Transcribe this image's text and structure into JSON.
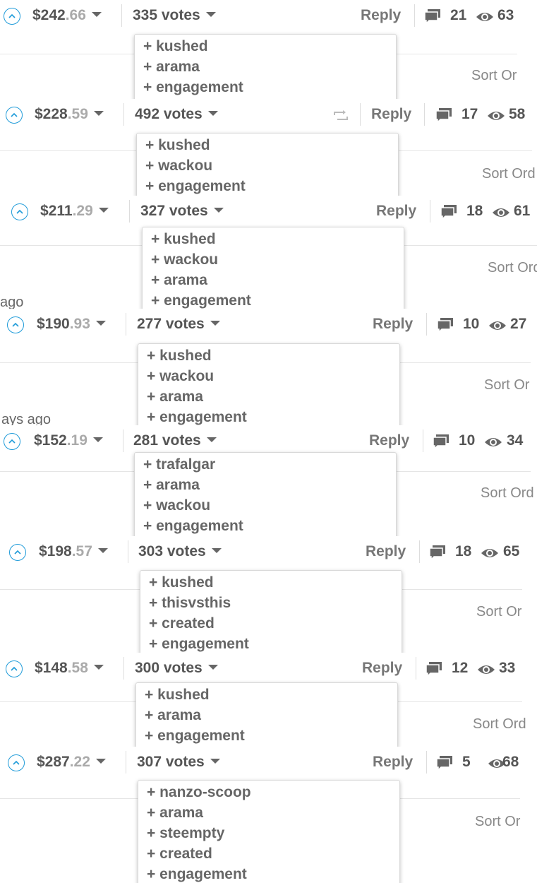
{
  "strips": [
    {
      "dollars": "$242",
      "cents": ".66",
      "votes": "335 votes",
      "reply": "Reply",
      "comments": "21",
      "views": "63",
      "tags": [
        "+ kushed",
        "+ arama",
        "+ engagement"
      ],
      "sort": "Sort Or",
      "ago": "",
      "retweet": false
    },
    {
      "dollars": "$228",
      "cents": ".59",
      "votes": "492 votes",
      "reply": "Reply",
      "comments": "17",
      "views": "58",
      "tags": [
        "+ kushed",
        "+ wackou",
        "+ engagement"
      ],
      "sort": "Sort Ord",
      "ago": "",
      "retweet": true
    },
    {
      "dollars": "$211",
      "cents": ".29",
      "votes": "327 votes",
      "reply": "Reply",
      "comments": "18",
      "views": "61",
      "tags": [
        "+ kushed",
        "+ wackou",
        "+ arama",
        "+ engagement"
      ],
      "sort": "Sort Ord",
      "ago": "ago",
      "retweet": false
    },
    {
      "dollars": "$190",
      "cents": ".93",
      "votes": "277 votes",
      "reply": "Reply",
      "comments": "10",
      "views": "27",
      "tags": [
        "+ kushed",
        "+ wackou",
        "+ arama",
        "+ engagement"
      ],
      "sort": "Sort Or",
      "ago": "ays ago",
      "retweet": false
    },
    {
      "dollars": "$152",
      "cents": ".19",
      "votes": "281 votes",
      "reply": "Reply",
      "comments": "10",
      "views": "34",
      "tags": [
        "+ trafalgar",
        "+ arama",
        "+ wackou",
        "+ engagement"
      ],
      "sort": "Sort Ord",
      "ago": "",
      "retweet": false
    },
    {
      "dollars": "$198",
      "cents": ".57",
      "votes": "303 votes",
      "reply": "Reply",
      "comments": "18",
      "views": "65",
      "tags": [
        "+ kushed",
        "+ thisvsthis",
        "+ created",
        "+ engagement"
      ],
      "sort": "Sort Or",
      "ago": "",
      "retweet": false
    },
    {
      "dollars": "$148",
      "cents": ".58",
      "votes": "300 votes",
      "reply": "Reply",
      "comments": "12",
      "views": "33",
      "tags": [
        "+ kushed",
        "+ arama",
        "+ engagement"
      ],
      "sort": "Sort Ord",
      "ago": "",
      "retweet": false
    },
    {
      "dollars": "$287",
      "cents": ".22",
      "votes": "307 votes",
      "reply": "Reply",
      "comments": "5",
      "views": "68",
      "tags": [
        "+ nanzo-scoop",
        "+ arama",
        "+ steempty",
        "+ created",
        "+ engagement"
      ],
      "sort": "Sort Or",
      "ago": "",
      "retweet": false
    }
  ],
  "colors": {
    "upvote": "#1f9bd9",
    "text": "#555555",
    "cents": "#aaaaaa"
  },
  "icons": {
    "upvote": "chevron-up-icon",
    "comments": "comments-icon",
    "views": "eye-icon",
    "resteem": "resteem-icon",
    "caret": "caret-down-icon"
  }
}
